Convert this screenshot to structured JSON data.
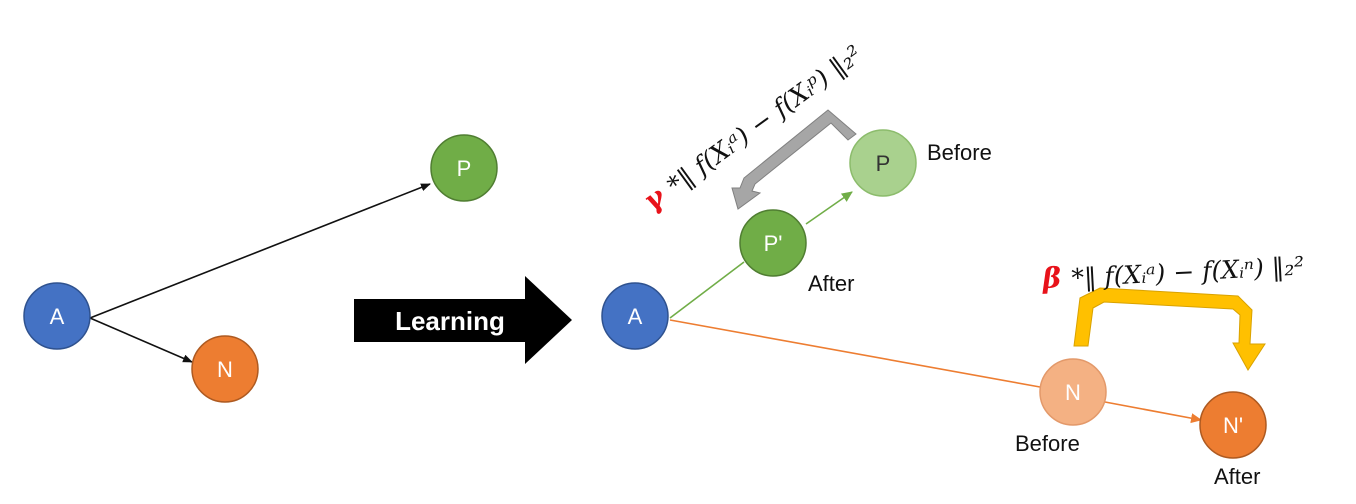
{
  "left": {
    "nodes": {
      "anchor": "A",
      "positive": "P",
      "negative": "N"
    }
  },
  "transition": {
    "label": "Learning"
  },
  "right": {
    "nodes": {
      "anchor": "A",
      "positive_before": "P",
      "positive_after": "P'",
      "negative_before": "N",
      "negative_after": "N'"
    },
    "labels": {
      "positive_before": "Before",
      "positive_after": "After",
      "negative_before": "Before",
      "negative_after": "After"
    },
    "formulas": {
      "positive_coef": "γ",
      "positive_expr": "*‖ f(Xᵢᵃ) − f(Xᵢᵖ) ‖₂²",
      "negative_coef": "β",
      "negative_expr": "*‖ f(Xᵢᵃ) − f(Xᵢⁿ) ‖₂²"
    }
  },
  "colors": {
    "anchor": "#4472c4",
    "positive": "#70ad47",
    "positive_faded": "#a9d18e",
    "negative": "#ed7d31",
    "negative_faded": "#f4b183",
    "gray_arrow": "#a6a6a6",
    "gold_arrow": "#ffc000",
    "coef_red": "#e8121a"
  }
}
